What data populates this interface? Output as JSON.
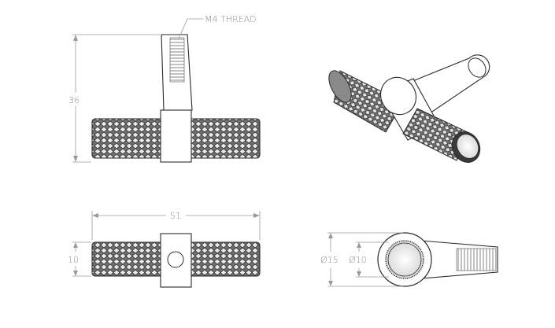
{
  "labels": {
    "thread_note": "M4 THREAD",
    "height_36": "36",
    "width_51": "51",
    "height_10": "10",
    "dia_15": "Ø15",
    "dia_10": "Ø10"
  },
  "colors": {
    "line": "#2a2a2a",
    "dimension": "#8a8a8a",
    "knurl": "#3a3a3a"
  }
}
